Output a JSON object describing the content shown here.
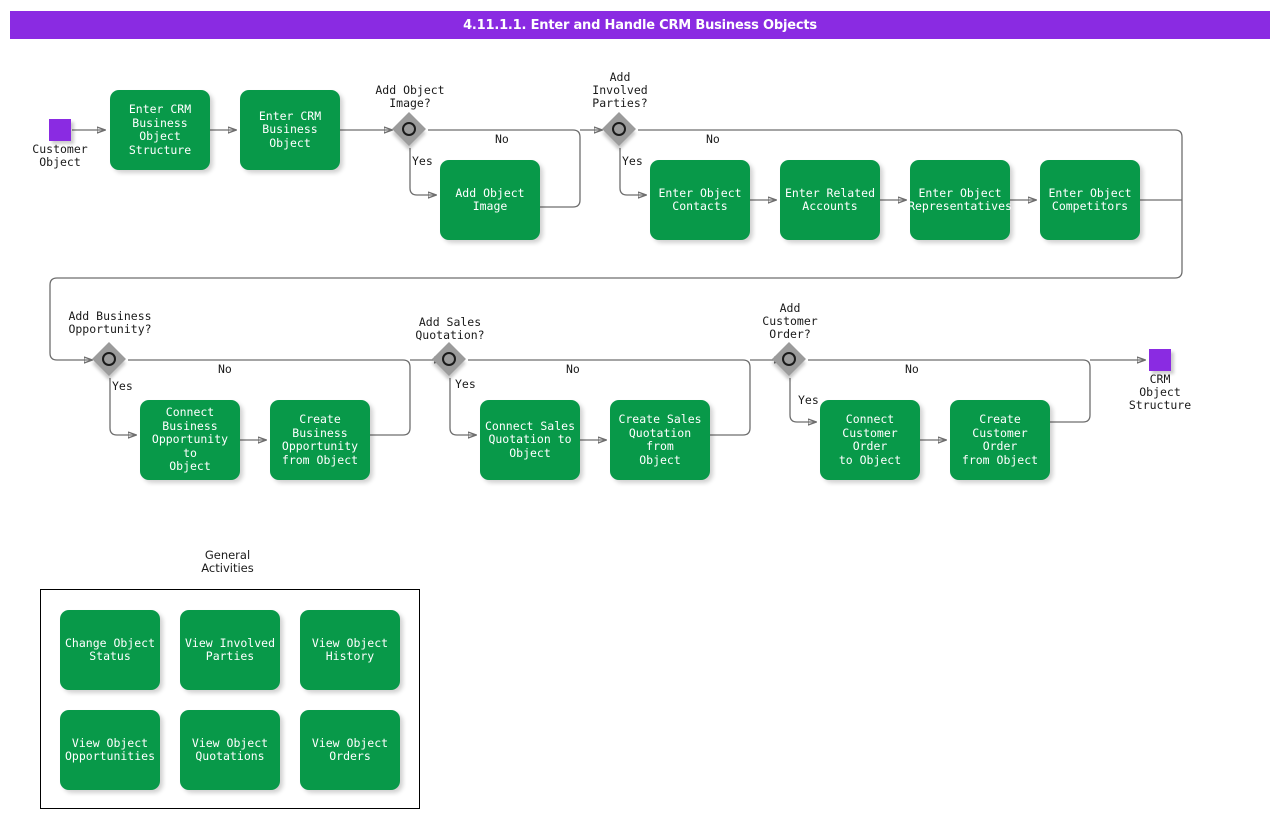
{
  "title": "4.11.1.1. Enter and Handle CRM Business Objects",
  "colors": {
    "title_bar": "#8A2BE2",
    "activity": "#089949",
    "marker": "#8A2BE2",
    "decision": "#9B9B9B",
    "connector": "#6E6E6E",
    "text_on_activity": "#FFFFFF"
  },
  "markers": {
    "start": "Customer\nObject",
    "end": "CRM\nObject\nStructure"
  },
  "row1": {
    "activities": [
      {
        "label": "Enter CRM\nBusiness Object\nStructure"
      },
      {
        "label": "Enter CRM\nBusiness Object"
      },
      {
        "label": "Add Object\nImage"
      },
      {
        "label": "Enter Object\nContacts"
      },
      {
        "label": "Enter Related\nAccounts"
      },
      {
        "label": "Enter Object\nRepresentatives"
      },
      {
        "label": "Enter Object\nCompetitors"
      }
    ],
    "decisions": [
      {
        "question": "Add Object\nImage?",
        "yes": "Yes",
        "no": "No"
      },
      {
        "question": "Add\nInvolved\nParties?",
        "yes": "Yes",
        "no": "No"
      }
    ]
  },
  "row2": {
    "decisions": [
      {
        "question": "Add Business\nOpportunity?",
        "yes": "Yes",
        "no": "No"
      },
      {
        "question": "Add Sales\nQuotation?",
        "yes": "Yes",
        "no": "No"
      },
      {
        "question": "Add\nCustomer\nOrder?",
        "yes": "Yes",
        "no": "No"
      }
    ],
    "activities": [
      {
        "label": "Connect\nBusiness\nOpportunity to\nObject"
      },
      {
        "label": "Create Business\nOpportunity\nfrom Object"
      },
      {
        "label": "Connect Sales\nQuotation to\nObject"
      },
      {
        "label": "Create Sales\nQuotation from\nObject"
      },
      {
        "label": "Connect\nCustomer Order\nto Object"
      },
      {
        "label": "Create\nCustomer Order\nfrom Object"
      }
    ]
  },
  "general_activities": {
    "heading": "General\nActivities",
    "items": [
      {
        "label": "Change Object\nStatus"
      },
      {
        "label": "View Involved\nParties"
      },
      {
        "label": "View Object\nHistory"
      },
      {
        "label": "View Object\nOpportunities"
      },
      {
        "label": "View Object\nQuotations"
      },
      {
        "label": "View Object\nOrders"
      }
    ]
  }
}
